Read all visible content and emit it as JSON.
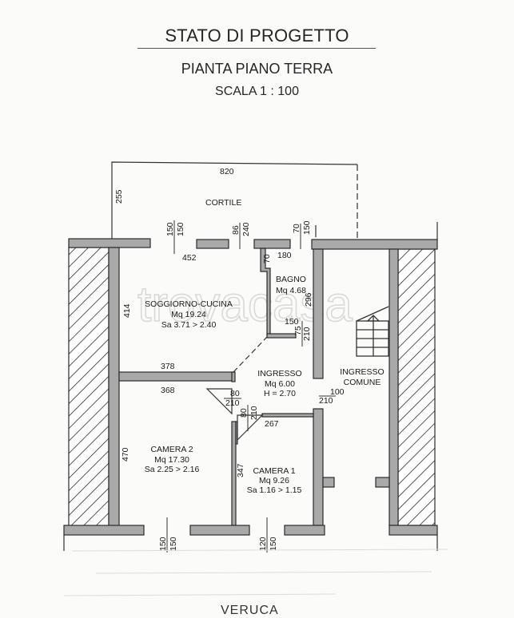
{
  "header": {
    "title": "STATO DI PROGETTO",
    "subtitle": "PIANTA PIANO TERRA",
    "scale": "SCALA 1 : 100"
  },
  "watermark": "trovacasa",
  "outdoor": {
    "label": "CORTILE",
    "width_dim": "820",
    "depth_dim": "255"
  },
  "rooms": [
    {
      "name": "SOGGIORNO-CUCINA",
      "area": "Mq 19.24",
      "extra": "Sa 3.71 > 2.40"
    },
    {
      "name": "BAGNO",
      "area": "Mq 4.68"
    },
    {
      "name": "INGRESSO",
      "area": "Mq 6.00",
      "extra": "H = 2.70"
    },
    {
      "name": "INGRESSO",
      "line2": "COMUNE"
    },
    {
      "name": "CAMERA 2",
      "area": "Mq 17.30",
      "extra": "Sa 2.25 > 2.16"
    },
    {
      "name": "CAMERA 1",
      "area": "Mq 9.26",
      "extra": "Sa 1.16 > 1.15"
    }
  ],
  "dimensions": {
    "soggiorno_width": "452",
    "soggiorno_depth": "414",
    "soggiorno_bottom": "378",
    "bagno_width": "180",
    "bagno_notch": "70",
    "bagno_depth": "296",
    "bagno_inner": "150",
    "camera2_width": "368",
    "camera2_depth": "470",
    "camera1_width": "267",
    "camera1_depth": "347"
  },
  "openings": {
    "win_soggiorno": [
      "150",
      "150"
    ],
    "win_door_cortile": [
      "86",
      "240"
    ],
    "win_bagno": [
      "70",
      "150"
    ],
    "door_bagno": [
      "75",
      "210"
    ],
    "door_camera2": [
      "80",
      "210"
    ],
    "door_camera1": [
      "80",
      "210"
    ],
    "door_ingresso": [
      "100",
      "210"
    ],
    "win_camera2": [
      "150",
      "150"
    ],
    "win_camera1": [
      "120",
      "150"
    ]
  },
  "footer": {
    "partial_text": "VERUCA"
  },
  "colors": {
    "wall_fill": "#a9a9a9",
    "wall_stroke": "#2b2b2b",
    "hatch": "#2b2b2b",
    "background": "#fbfbf9"
  }
}
